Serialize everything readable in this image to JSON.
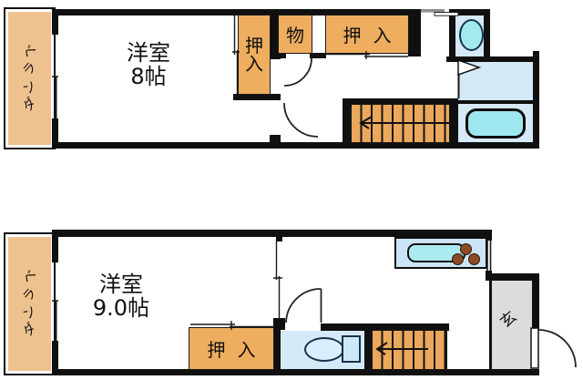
{
  "floor2": {
    "veranda": "ベランダ",
    "room_name": "洋室",
    "room_size": "8帖",
    "closet_vertical": "押入",
    "storage": "物",
    "closet_top": "押入"
  },
  "floor1": {
    "veranda": "ベランダ",
    "room_name": "洋室",
    "room_size": "9.0帖",
    "closet": "押入",
    "entrance": "玄"
  },
  "colors": {
    "wall": "#101010",
    "closet_stairs_fill": "#efad5f",
    "veranda_fill": "#eec28e",
    "water_room_fill": "#d5e9f7",
    "fixture_cyan": "#a5e9f0",
    "entrance_gray": "#dcdcdc",
    "burner_brown": "#8c4a26"
  }
}
